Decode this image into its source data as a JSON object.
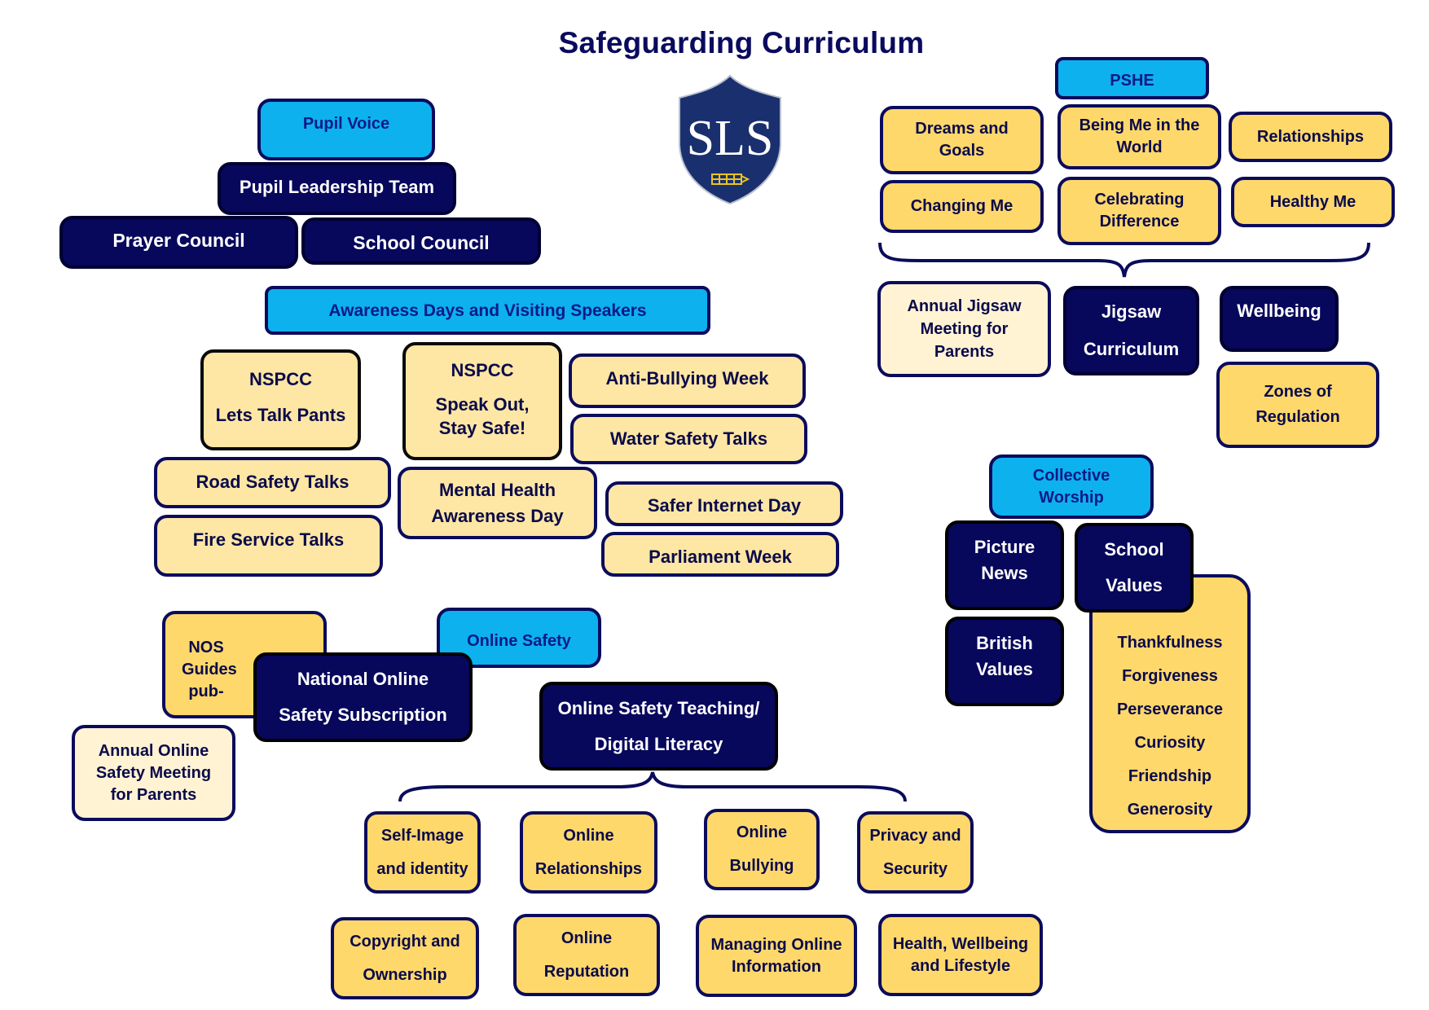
{
  "title": "Safeguarding Curriculum",
  "logo": {
    "icon": "school-crest-icon",
    "initials": "SLS"
  },
  "colors": {
    "navy": "#07075c",
    "cyan": "#0db1ee",
    "gold": "#fed86b",
    "cream": "#fee7a4",
    "pale": "#fff3d4",
    "title": "#0a0a5e"
  },
  "pupil_voice": {
    "header": "Pupil Voice",
    "leadership": "Pupil Leadership Team",
    "prayer_council": "Prayer Council",
    "school_council": "School Council"
  },
  "awareness": {
    "header": "Awareness Days and Visiting  Speakers",
    "nspcc_pants": [
      "NSPCC",
      "Lets Talk Pants"
    ],
    "nspcc_speak": [
      "NSPCC",
      "Speak Out,",
      "Stay Safe!"
    ],
    "anti_bullying": "Anti-Bullying Week",
    "water_safety": "Water Safety Talks",
    "road_safety": "Road Safety Talks",
    "fire_service": "Fire Service Talks",
    "mental_health": [
      "Mental Health",
      "Awareness Day"
    ],
    "safer_internet": "Safer Internet Day",
    "parliament": "Parliament Week"
  },
  "pshe": {
    "header": "PSHE",
    "topics": [
      [
        "Dreams and",
        "Goals"
      ],
      [
        "Being Me in the",
        "World"
      ],
      [
        "Relationships"
      ],
      [
        "Changing Me"
      ],
      [
        "Celebrating",
        "Difference"
      ],
      [
        "Healthy Me"
      ]
    ],
    "annual_meeting": [
      "Annual Jigsaw",
      "Meeting for",
      "Parents"
    ],
    "jigsaw": [
      "Jigsaw",
      "Curriculum"
    ],
    "wellbeing": "Wellbeing",
    "zones": [
      "Zones of",
      "Regulation"
    ]
  },
  "collective_worship": {
    "header": [
      "Collective",
      "Worship"
    ],
    "picture_news": [
      "Picture",
      "News"
    ],
    "british_values": [
      "British",
      "Values"
    ],
    "school_values": [
      "School",
      "Values"
    ],
    "values_list": [
      "Thankfulness",
      "Forgiveness",
      "Perseverance",
      "Curiosity",
      "Friendship",
      "Generosity"
    ]
  },
  "online_safety": {
    "header": "Online Safety",
    "nos_guides": [
      "NOS",
      "Guides",
      "pub-"
    ],
    "subscription": [
      "National Online",
      "Safety Subscription"
    ],
    "annual_meeting": [
      "Annual Online",
      "Safety Meeting",
      "for Parents"
    ],
    "teaching": [
      "Online Safety Teaching/",
      "Digital Literacy"
    ],
    "topics": [
      [
        "Self-Image",
        "and identity"
      ],
      [
        "Online",
        "Relationships"
      ],
      [
        "Online",
        "Bullying"
      ],
      [
        "Privacy and",
        "Security"
      ],
      [
        "Copyright and",
        "Ownership"
      ],
      [
        "Online",
        "Reputation"
      ],
      [
        "Managing Online",
        "Information"
      ],
      [
        "Health, Wellbeing",
        "and Lifestyle"
      ]
    ]
  }
}
